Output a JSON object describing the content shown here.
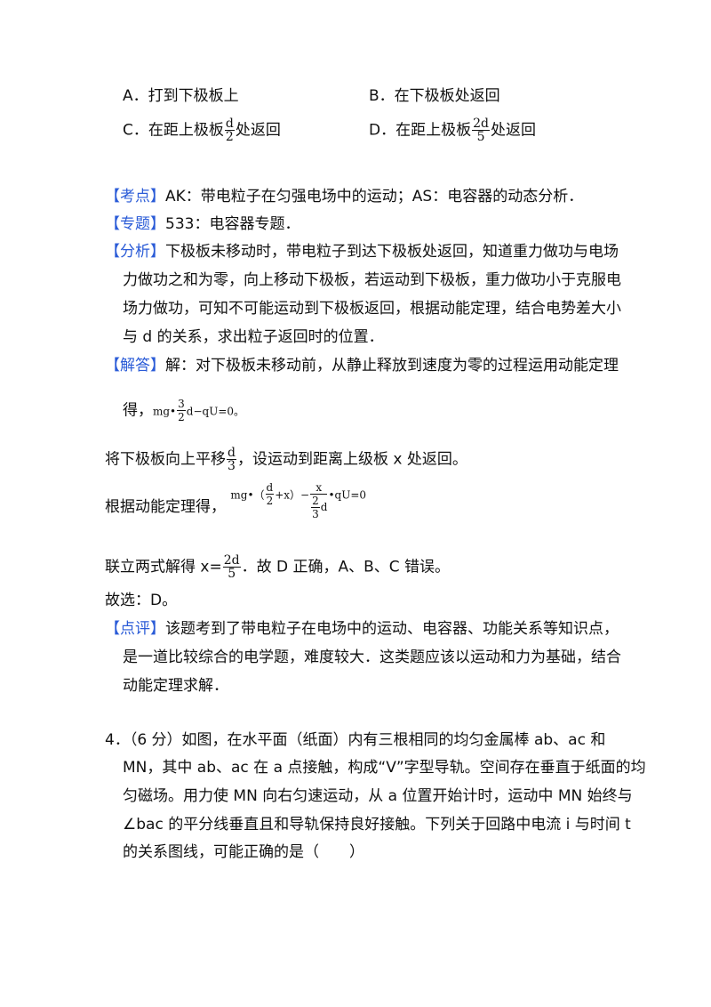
{
  "options": {
    "A": {
      "label": "A．",
      "text": "打到下极板上"
    },
    "B": {
      "label": "B．",
      "text": "在下极板处返回"
    },
    "C": {
      "label": "C．",
      "pre": "在距上极板",
      "num": "d",
      "den": "2",
      "post": "处返回"
    },
    "D": {
      "label": "D．",
      "pre": "在距上极板",
      "num": "2d",
      "den": "5",
      "post": "处返回"
    }
  },
  "kaodian": {
    "tag": "【考点】",
    "text": "AK：带电粒子在匀强电场中的运动；AS：电容器的动态分析．"
  },
  "zhuanti": {
    "tag": "【专题】",
    "text": "533：电容器专题．"
  },
  "fenxi": {
    "tag": "【分析】",
    "lines": [
      "下极板未移动时，带电粒子到达下极板处返回，知道重力做功与电场",
      "力做功之和为零，向上移动下极板，若运动到下极板，重力做功小于克服电",
      "场力做功，可知不可能运动到下极板返回，根据动能定理，结合电势差大小",
      "与 d 的关系，求出粒子返回时的位置．"
    ]
  },
  "jieda": {
    "tag": "【解答】",
    "line1": "解：对下极板未移动前，从静止释放到速度为零的过程运用动能定理",
    "eq1": {
      "pre": "得，",
      "a": "mg•",
      "num": "3",
      "den": "2",
      "b": "d−qU=0。"
    },
    "line3": {
      "pre": "将下极板向上平移",
      "num": "d",
      "den": "3",
      "post": "，设运动到距离上级板 x 处返回。"
    },
    "line4": {
      "pre": "根据动能定理得，",
      "a": "mg•（",
      "f1num": "d",
      "f1den": "2",
      "b": "+x）−",
      "f2num": "x",
      "f2inner_num": "2",
      "f2inner_den": "3",
      "f2d": "d",
      "c": "•qU=0"
    },
    "line5": {
      "pre": "联立两式解得 x=",
      "num": "2d",
      "den": "5",
      "post": "．故 D 正确，A、B、C 错误。"
    },
    "line6": "故选：D。"
  },
  "dianping": {
    "tag": "【点评】",
    "lines": [
      "该题考到了带电粒子在电场中的运动、电容器、功能关系等知识点，",
      "是一道比较综合的电学题，难度较大．这类题应该以运动和力为基础，结合",
      "动能定理求解．"
    ]
  },
  "question4": {
    "lines": [
      "4．（6 分）如图，在水平面（纸面）内有三根相同的均匀金属棒 ab、ac 和",
      "MN，其中 ab、ac 在 a 点接触，构成“V”字型导轨。空间存在垂直于纸面的均",
      "匀磁场。用力使 MN 向右匀速运动，从 a 位置开始计时，运动中 MN 始终与",
      "∠bac 的平分线垂直且和导轨保持良好接触。下列关于回路中电流 i 与时间 t",
      "的关系图线，可能正确的是（　　）"
    ]
  }
}
